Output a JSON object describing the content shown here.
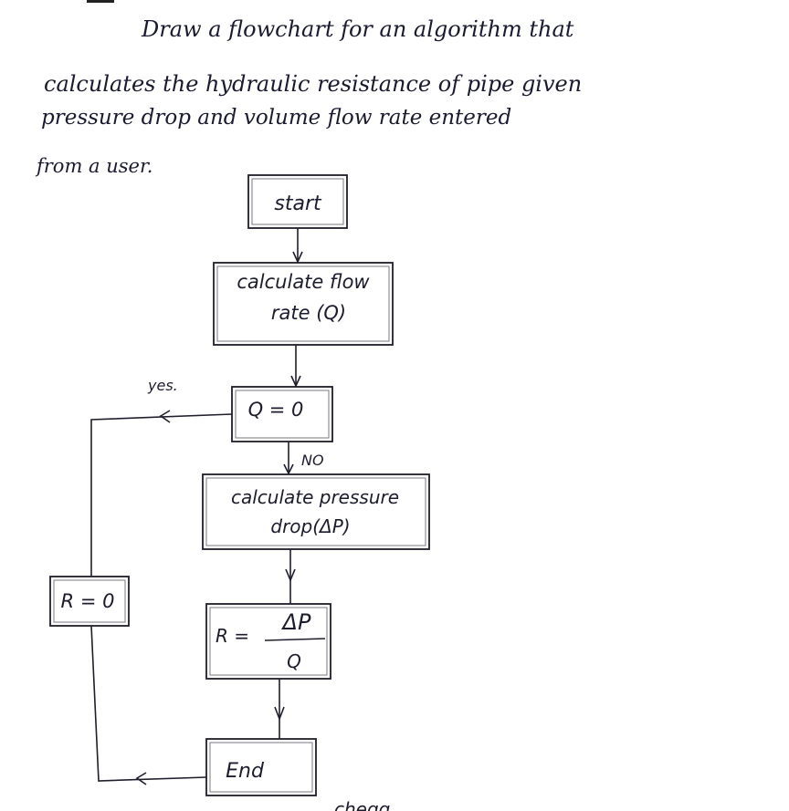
{
  "prompt": {
    "lines": [
      "Draw a flowchart for an algorithm that",
      "calculates the hydraulic resistance of pipe given",
      "pressure drop and volume flow rate entered",
      "from a user."
    ]
  },
  "flowchart": {
    "nodes": {
      "start": "start",
      "calc_flow_line1": "calculate flow",
      "calc_flow_line2": "rate (Q)",
      "decision": "Q = 0",
      "calc_pressure_line1": "calculate pressure",
      "calc_pressure_line2": "drop(ΔP)",
      "resistance_lhs": "R =",
      "resistance_num": "ΔP",
      "resistance_den": "Q",
      "r_zero": "R = 0",
      "end": "End"
    },
    "edge_labels": {
      "yes": "yes.",
      "no": "NO"
    }
  },
  "footer_fragment": "chegg"
}
